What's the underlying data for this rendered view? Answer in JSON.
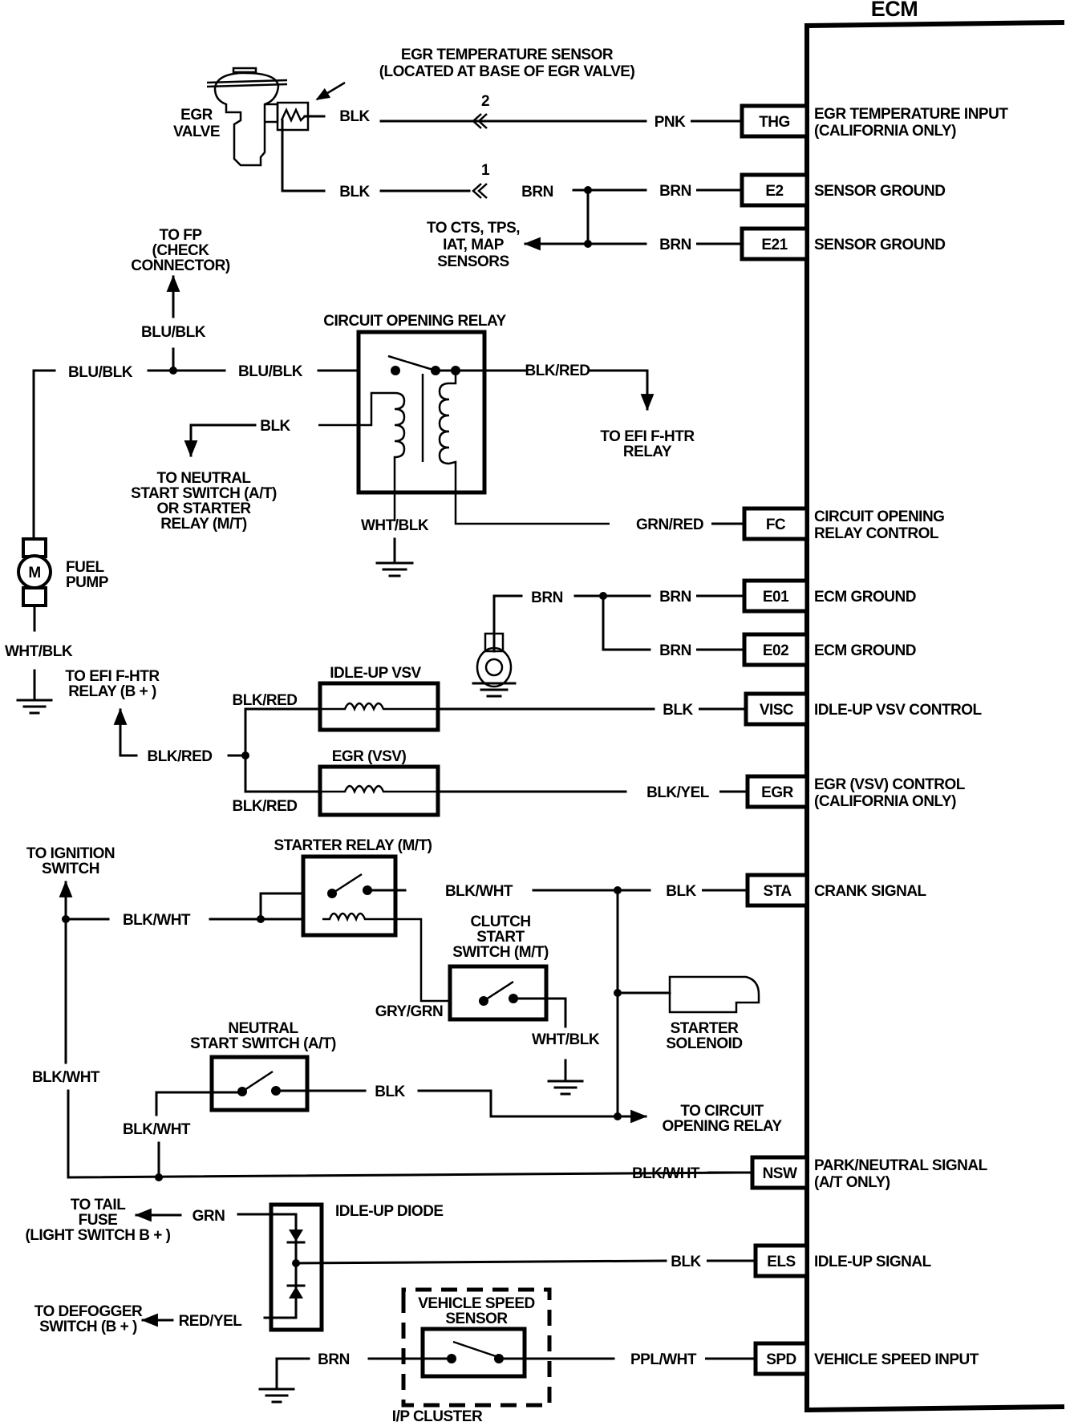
{
  "ecm": {
    "title": "ECM",
    "pins": [
      {
        "code": "THG",
        "wire": "PNK",
        "function_lines": [
          "EGR TEMPERATURE INPUT",
          "(CALIFORNIA ONLY)"
        ]
      },
      {
        "code": "E2",
        "wire": "BRN",
        "function_lines": [
          "SENSOR GROUND"
        ]
      },
      {
        "code": "E21",
        "wire": "BRN",
        "function_lines": [
          "SENSOR GROUND"
        ]
      },
      {
        "code": "FC",
        "wire": "GRN/RED",
        "function_lines": [
          "CIRCUIT OPENING",
          "RELAY CONTROL"
        ]
      },
      {
        "code": "E01",
        "wire": "BRN",
        "function_lines": [
          "ECM GROUND"
        ]
      },
      {
        "code": "E02",
        "wire": "BRN",
        "function_lines": [
          "ECM GROUND"
        ]
      },
      {
        "code": "VISC",
        "wire": "BLK",
        "function_lines": [
          "IDLE-UP VSV CONTROL"
        ]
      },
      {
        "code": "EGR",
        "wire": "BLK/YEL",
        "function_lines": [
          "EGR (VSV) CONTROL",
          "(CALIFORNIA ONLY)"
        ]
      },
      {
        "code": "STA",
        "wire": "BLK",
        "function_lines": [
          "CRANK SIGNAL"
        ]
      },
      {
        "code": "NSW",
        "wire": "BLK/WHT",
        "function_lines": [
          "PARK/NEUTRAL SIGNAL",
          "(A/T ONLY)"
        ]
      },
      {
        "code": "ELS",
        "wire": "BLK",
        "function_lines": [
          "IDLE-UP SIGNAL"
        ]
      },
      {
        "code": "SPD",
        "wire": "PPL/WHT",
        "function_lines": [
          "VEHICLE SPEED INPUT"
        ]
      }
    ]
  },
  "egr_sensor": {
    "label_lines": [
      "EGR TEMPERATURE SENSOR",
      "(LOCATED AT BASE OF EGR VALVE)"
    ],
    "valve_label_lines": [
      "EGR",
      "VALVE"
    ],
    "wire_top": "BLK",
    "wire_bottom": "BLK",
    "connector_top": "2",
    "connector_bottom": "1",
    "wire_brn_left": "BRN",
    "to_sensors_lines": [
      "TO CTS, TPS,",
      "IAT, MAP",
      "SENSORS"
    ]
  },
  "fuel_pump": {
    "to_fp_lines": [
      "TO FP",
      "(CHECK",
      "CONNECTOR)"
    ],
    "wire_vertical": "BLU/BLK",
    "wire_left": "BLU/BLK",
    "wire_right": "BLU/BLK",
    "motor_letter": "M",
    "label_lines": [
      "FUEL",
      "PUMP"
    ],
    "ground_wire": "WHT/BLK"
  },
  "circuit_opening_relay": {
    "title": "CIRCUIT OPENING RELAY",
    "wire_out": "BLK/RED",
    "to_efi_lines": [
      "TO EFI F-HTR",
      "RELAY"
    ],
    "wire_blk": "BLK",
    "to_neutral_lines": [
      "TO NEUTRAL",
      "START SWITCH (A/T)",
      "OR STARTER",
      "RELAY (M/T)"
    ],
    "ground_wire": "WHT/BLK"
  },
  "vsv": {
    "to_efi_b_lines": [
      "TO EFI F-HTR",
      "RELAY (B + )"
    ],
    "feed_wire": "BLK/RED",
    "idle_up_title": "IDLE-UP VSV",
    "idle_up_wire": "BLK/RED",
    "egr_title": "EGR (VSV)",
    "egr_wire": "BLK/RED"
  },
  "starter": {
    "to_ignition_lines": [
      "TO IGNITION",
      "SWITCH"
    ],
    "wire_main": "BLK/WHT",
    "relay_title": "STARTER RELAY (M/T)",
    "relay_out": "BLK/WHT",
    "clutch_title_lines": [
      "CLUTCH",
      "START",
      "SWITCH (M/T)"
    ],
    "clutch_in": "GRY/GRN",
    "clutch_ground": "WHT/BLK",
    "solenoid_lines": [
      "STARTER",
      "SOLENOID"
    ],
    "neutral_title_lines": [
      "NEUTRAL",
      "START SWITCH (A/T)"
    ],
    "neutral_out": "BLK",
    "neutral_in": "BLK/WHT",
    "vertical_wire": "BLK/WHT",
    "to_cor_lines": [
      "TO CIRCUIT",
      "OPENING RELAY"
    ]
  },
  "idle_up_diode": {
    "title": "IDLE-UP DIODE",
    "to_tail_lines": [
      "TO TAIL",
      "FUSE",
      "(LIGHT SWITCH B + )"
    ],
    "wire_tail": "GRN",
    "to_defog_lines": [
      "TO DEFOGGER",
      "SWITCH (B + )"
    ],
    "wire_defog": "RED/YEL"
  },
  "vss": {
    "title_lines": [
      "VEHICLE SPEED",
      "SENSOR"
    ],
    "cluster_label": "I/P CLUSTER",
    "ground_wire": "BRN"
  }
}
